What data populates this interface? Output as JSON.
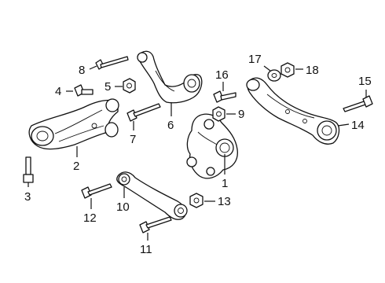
{
  "callouts": [
    {
      "id": "1",
      "text": "1"
    },
    {
      "id": "2",
      "text": "2"
    },
    {
      "id": "3",
      "text": "3"
    },
    {
      "id": "4",
      "text": "4"
    },
    {
      "id": "5",
      "text": "5"
    },
    {
      "id": "6",
      "text": "6"
    },
    {
      "id": "7",
      "text": "7"
    },
    {
      "id": "8",
      "text": "8"
    },
    {
      "id": "9",
      "text": "9"
    },
    {
      "id": "10",
      "text": "10"
    },
    {
      "id": "11",
      "text": "11"
    },
    {
      "id": "12",
      "text": "12"
    },
    {
      "id": "13",
      "text": "13"
    },
    {
      "id": "14",
      "text": "14"
    },
    {
      "id": "15",
      "text": "15"
    },
    {
      "id": "16",
      "text": "16"
    },
    {
      "id": "17",
      "text": "17"
    },
    {
      "id": "18",
      "text": "18"
    }
  ],
  "parts": [
    "lower-control-arm",
    "upper-control-arm",
    "trailing-arm",
    "toe-link",
    "knuckle",
    "bolt",
    "nut",
    "washer"
  ]
}
